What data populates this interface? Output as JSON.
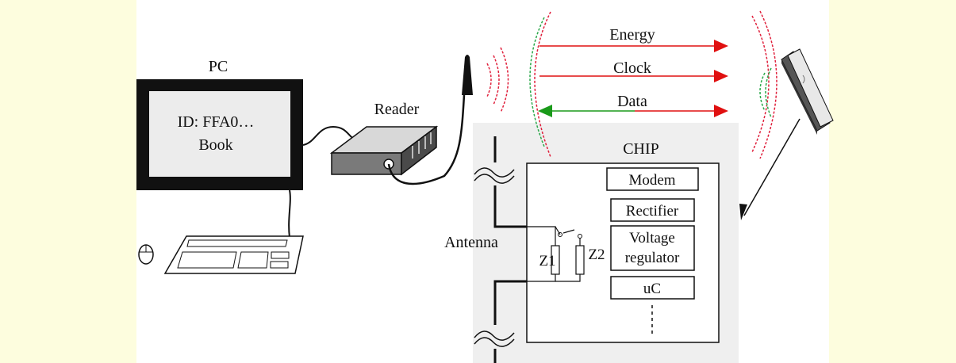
{
  "pc": {
    "title": "PC",
    "screen_line1": "ID: FFA0…",
    "screen_line2": "Book"
  },
  "reader": {
    "title": "Reader"
  },
  "signals": {
    "energy": "Energy",
    "clock": "Clock",
    "data": "Data"
  },
  "chip": {
    "title": "CHIP",
    "blocks": [
      "Modem",
      "Rectifier",
      "Voltage",
      "regulator",
      "uC"
    ],
    "antenna_label": "Antenna",
    "z1": "Z1",
    "z2": "Z2"
  },
  "colors": {
    "side_panel": "#fdfdde",
    "chip_panel": "#efefef",
    "arrow_red": "#e01010",
    "arrow_green": "#1a9a1a",
    "wave_red": "#e0203c",
    "wave_green": "#2aa84a",
    "monitor": "#111111",
    "screen": "#ececec"
  }
}
